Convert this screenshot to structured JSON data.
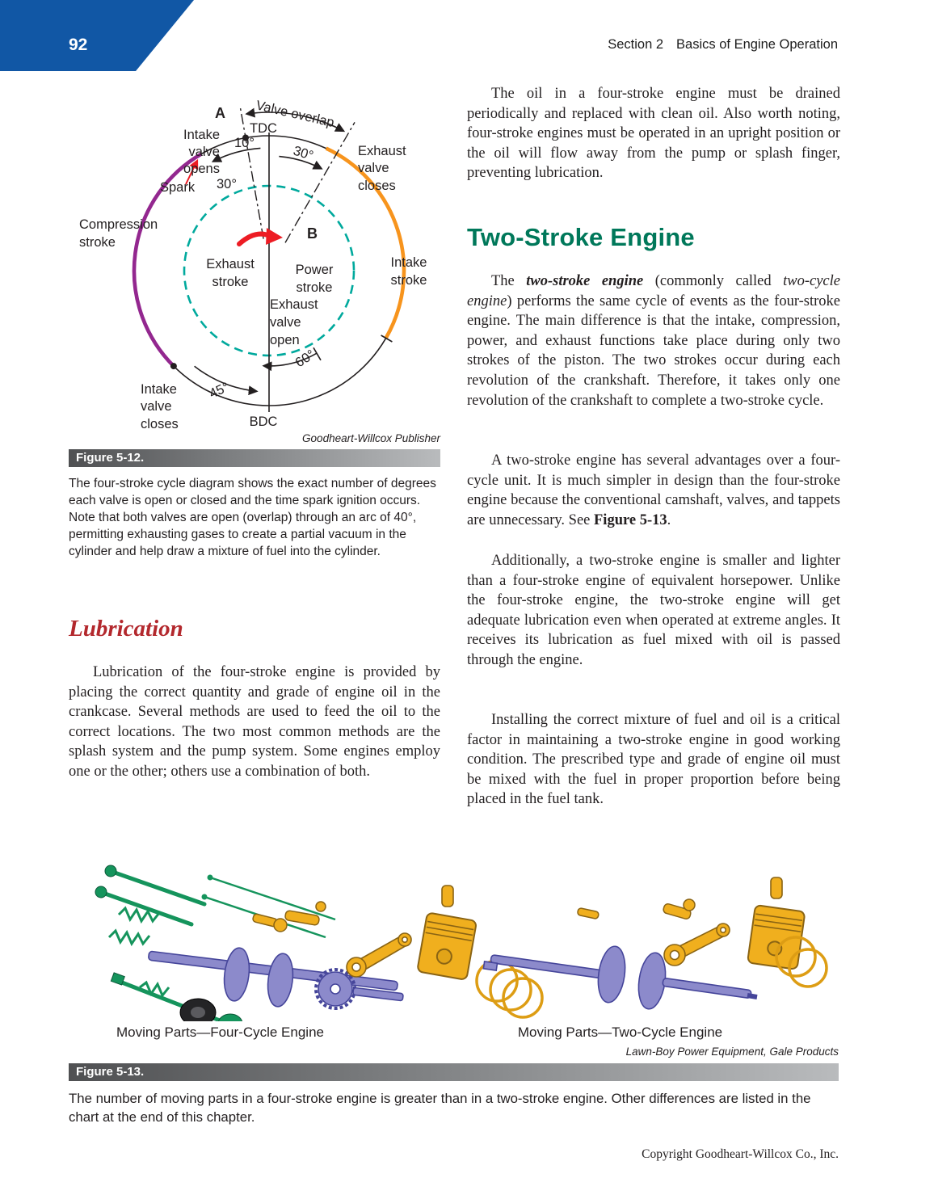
{
  "page": {
    "number": "92",
    "section": "Section 2",
    "section_title": "Basics of Engine Operation",
    "footer": "Copyright Goodheart-Willcox Co., Inc."
  },
  "colors": {
    "header_blue": "#1157a5",
    "heading_red": "#b3282d",
    "heading_green": "#00785a",
    "compression_arc_purple": "#93278f",
    "power_arc_orange": "#f7941d",
    "inner_circle_teal": "#00a99d",
    "rotation_arrow_red": "#ed1c24"
  },
  "figure12": {
    "diagram": {
      "valve_overlap": "Valve overlap",
      "point_a": "A",
      "tdc": "TDC",
      "bdc": "BDC",
      "deg_10": "10°",
      "deg_30_after_tdc": "30°",
      "deg_30_before_tdc": "30°",
      "deg_45": "45°",
      "deg_60": "60°",
      "spark": "Spark",
      "point_b": "B",
      "intake_valve_opens": [
        "Intake",
        "valve",
        "opens"
      ],
      "exhaust_valve_closes": [
        "Exhaust",
        "valve",
        "closes"
      ],
      "compression_stroke": [
        "Compression",
        "stroke"
      ],
      "exhaust_stroke": [
        "Exhaust",
        "stroke"
      ],
      "power_stroke": [
        "Power",
        "stroke"
      ],
      "intake_stroke": [
        "Intake",
        "stroke"
      ],
      "exhaust_valve_open": [
        "Exhaust",
        "valve",
        "open"
      ],
      "intake_valve_closes": [
        "Intake",
        "valve",
        "closes"
      ]
    },
    "credit": "Goodheart-Willcox Publisher",
    "bar_label": "Figure 5-12.",
    "caption": "The four-stroke cycle diagram shows the exact number of degrees each valve is open or closed and the time spark ignition occurs. Note that both valves are open (overlap) through an arc of 40°, permitting exhausting gases to create a partial vacuum in the cylinder and help draw a mixture of fuel into the cylinder."
  },
  "lubrication": {
    "heading": "Lubrication",
    "p1": "Lubrication of the four-stroke engine is provided by placing the correct quantity and grade of engine oil in the crankcase. Several methods are used to feed the oil to the correct locations. The two most common methods are the splash system and the pump system. Some engines employ one or the other; others use a combination of both.",
    "p2": "The oil in a four-stroke engine must be drained periodically and replaced with clean oil. Also worth noting, four-stroke engines must be operated in an upright position or the oil will flow away from the pump or splash finger, preventing lubrication."
  },
  "two_stroke": {
    "heading": "Two-Stroke Engine",
    "p1_pre": "The ",
    "p1_term": "two-stroke engine",
    "p1_mid": " (commonly called ",
    "p1_term2": "two-cycle engine",
    "p1_rest": ") performs the same cycle of events as the four-stroke engine. The main difference is that the intake, compression, power, and exhaust functions take place during only two strokes of the piston. The two strokes occur during each revolution of the crankshaft. Therefore, it takes only one revolution of the crankshaft to complete a two-stroke cycle.",
    "p2_pre": "A two-stroke engine has several advantages over a four-cycle unit. It is much simpler in design than the four-stroke engine because the conventional camshaft, valves, and tappets are unnecessary. See ",
    "p2_ref": "Figure 5-13",
    "p2_post": ".",
    "p3": "Additionally, a two-stroke engine is smaller and lighter than a four-stroke engine of equivalent horsepower. Unlike the four-stroke engine, the two-stroke engine will get adequate lubrication even when operated at extreme angles. It receives its lubrication as fuel mixed with oil is passed through the engine.",
    "p4": "Installing the correct mixture of fuel and oil is a critical factor in maintaining a two-stroke engine in good working condition. The prescribed type and grade of engine oil must be mixed with the fuel in proper proportion before being placed in the fuel tank."
  },
  "figure13": {
    "label_four_cycle": "Moving Parts—Four-Cycle Engine",
    "label_two_cycle": "Moving Parts—Two-Cycle Engine",
    "credit": "Lawn-Boy Power Equipment, Gale Products",
    "bar_label": "Figure 5-13.",
    "caption": "The number of moving parts in a four-stroke engine is greater than in a two-stroke engine. Other differences are listed in the chart at the end of this chapter."
  }
}
